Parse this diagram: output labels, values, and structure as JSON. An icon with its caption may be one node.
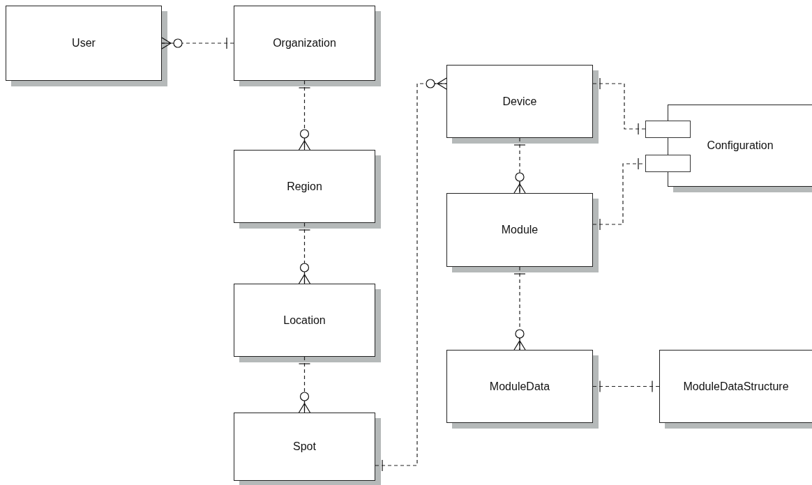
{
  "diagram": {
    "nodes": [
      {
        "text": [
          "User"
        ]
      },
      {
        "text": [
          "Organization"
        ]
      },
      {
        "text": [
          "Region"
        ]
      },
      {
        "text": [
          "Location"
        ]
      },
      {
        "text": [
          "Spot"
        ]
      },
      {
        "text": [
          "Device"
        ]
      },
      {
        "text": [
          "Module"
        ]
      },
      {
        "text": [
          "ModuleData"
        ]
      },
      {
        "text": [
          "ModuleDataStructure"
        ]
      },
      {
        "text": [
          "Configuration"
        ]
      },
      {
        "text": [],
        "shape": "box"
      },
      {
        "text": [],
        "shape": "box"
      }
    ],
    "edges": [
      {
        "from": 1,
        "to": 0,
        "arrow": "other",
        "style": "dashed"
      },
      {
        "from": 1,
        "to": 2,
        "arrow": "other",
        "style": "dashed"
      },
      {
        "from": 2,
        "to": 3,
        "arrow": "other",
        "style": "dashed"
      },
      {
        "from": 3,
        "to": 4,
        "arrow": "other",
        "style": "dashed"
      },
      {
        "from": 4,
        "to": 5,
        "arrow": "other",
        "style": "dashed"
      },
      {
        "from": 5,
        "to": 6,
        "arrow": "other",
        "style": "dashed"
      },
      {
        "from": 6,
        "to": 7,
        "arrow": "other",
        "style": "dashed"
      },
      {
        "from": 7,
        "to": 8,
        "arrow": "other",
        "style": "dashed"
      },
      {
        "from": 5,
        "to": 10,
        "arrow": "other",
        "style": "dashed"
      },
      {
        "from": 6,
        "to": 11,
        "arrow": "other",
        "style": "dashed"
      }
    ]
  }
}
